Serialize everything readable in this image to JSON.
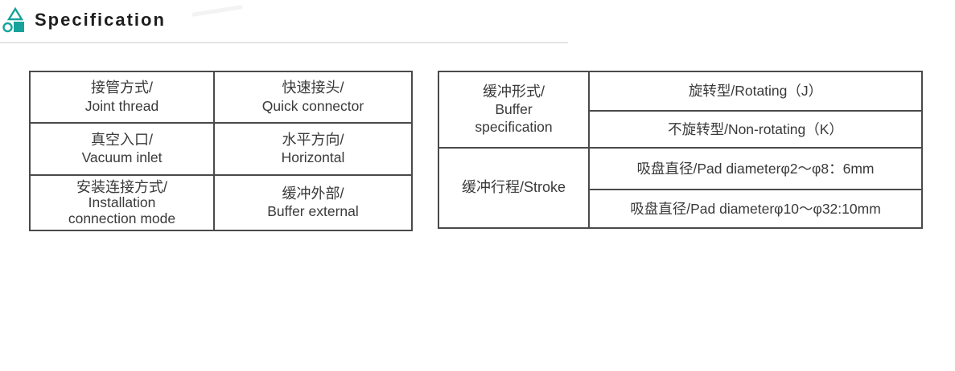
{
  "header": {
    "title": "Specification",
    "accent_color": "#17a39b",
    "underline_color": "#e4e4e4",
    "icon": "shapes-icon"
  },
  "left_table": {
    "rows": [
      {
        "col1": {
          "zh": "接管方式/",
          "en": "Joint thread"
        },
        "col2": {
          "zh": "快速接头/",
          "en": "Quick connector"
        }
      },
      {
        "col1": {
          "zh": "真空入口/",
          "en": "Vacuum inlet"
        },
        "col2": {
          "zh": "水平方向/",
          "en": "Horizontal"
        }
      },
      {
        "col1": {
          "zh": "安装连接方式/",
          "en": "Installation",
          "en2": "connection mode"
        },
        "col2": {
          "zh": "缓冲外部/",
          "en": "Buffer external"
        }
      }
    ]
  },
  "right_table": {
    "groups": [
      {
        "label": {
          "zh": "缓冲形式/",
          "en1": "Buffer",
          "en2": "specification"
        },
        "options": [
          "旋转型/Rotating（J）",
          "不旋转型/Non-rotating（K）"
        ]
      },
      {
        "label": {
          "zh": "缓冲行程/Stroke",
          "en1": "",
          "en2": ""
        },
        "options": [
          "吸盘直径/Pad diameterφ2～φ8：6mm",
          "吸盘直径/Pad diameterφ10～φ32:10mm"
        ]
      }
    ]
  }
}
